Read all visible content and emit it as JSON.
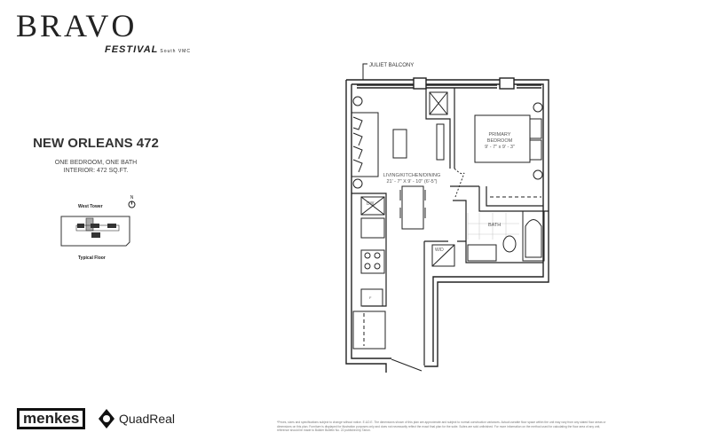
{
  "brand": {
    "logo": "BRAVO",
    "sub_logo": "FESTIVAL",
    "sub_logo_small": "South VMC"
  },
  "unit": {
    "name": "NEW ORLEANS 472",
    "type": "ONE BEDROOM, ONE BATH",
    "interior": "INTERIOR: 472 SQ.FT."
  },
  "key_plan": {
    "tower": "West Tower",
    "floor": "Typical Floor",
    "north": "N"
  },
  "floor_plan": {
    "balcony": "JULIET BALCONY",
    "living_label": "LIVING/KITCHEN/DINING",
    "living_dims": "21' - 7\" X 9' - 10\" (6'-5\")",
    "bedroom_label_1": "PRIMARY",
    "bedroom_label_2": "BEDROOM",
    "bedroom_dims": "9' - 7\" x 9' - 3\"",
    "bath": "BATH",
    "dw": "DW",
    "wd": "W/D",
    "fridge": "F"
  },
  "footer": {
    "logo_1": "menkes",
    "logo_2": "QuadReal",
    "disclaimer": "*Prices, sizes and specifications subject to change without notice. E.&O.E. The dimensions shown of this plan are approximate and subject to normal construction variances. Actual useable floor space within the unit may vary from any stated floor areas or dimensions on this plan. Furniture is displayed for illustration purposes only and does not necessarily reflect the exact final plan for the suite. Suites are sold unfinished. For more information on the method used for calculating the floor area of any unit, reference should be made to Builder Bulletin No. 22 published by Tarion."
  }
}
